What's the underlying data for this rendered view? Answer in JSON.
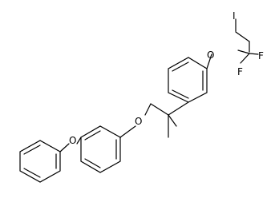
{
  "molecule": {
    "atom_labels": {
      "iodine": "I",
      "ether_oxygen_top": "O",
      "fluorine_right": "F",
      "fluorine_bottom": "F",
      "ether_oxygen_middle": "O",
      "ether_oxygen_left": "O"
    }
  }
}
